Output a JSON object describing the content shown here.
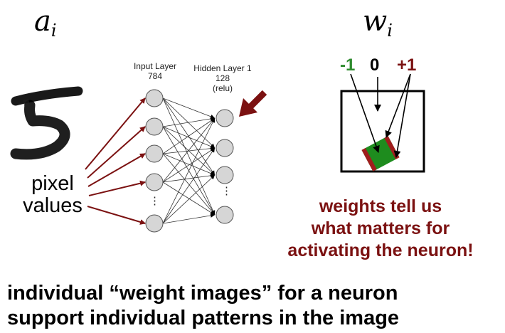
{
  "headings": {
    "activation_symbol": "a",
    "activation_subscript": "i",
    "weight_symbol": "w",
    "weight_subscript": "i"
  },
  "network": {
    "input_layer_title": "Input Layer",
    "input_layer_size": "784",
    "hidden_layer_title": "Hidden Layer 1",
    "hidden_layer_size": "128",
    "hidden_layer_activation": "(relu)",
    "ellipsis": "⋮"
  },
  "pixel_label": {
    "line1": "pixel",
    "line2": "values"
  },
  "weights": {
    "negative": "-1",
    "zero": "0",
    "positive": "+1"
  },
  "note": {
    "line1": "weights tell us",
    "line2": "what matters for",
    "line3": "activating the neuron!"
  },
  "bottom": {
    "line1": "individual “weight images” for a neuron",
    "line2": "support individual patterns in the image"
  },
  "colors": {
    "dark_red": "#7b1111",
    "green": "#2e8b2e",
    "patch_green": "#1e8c1e",
    "patch_red": "#a01d1d",
    "node_fill": "#d6d6d6"
  }
}
